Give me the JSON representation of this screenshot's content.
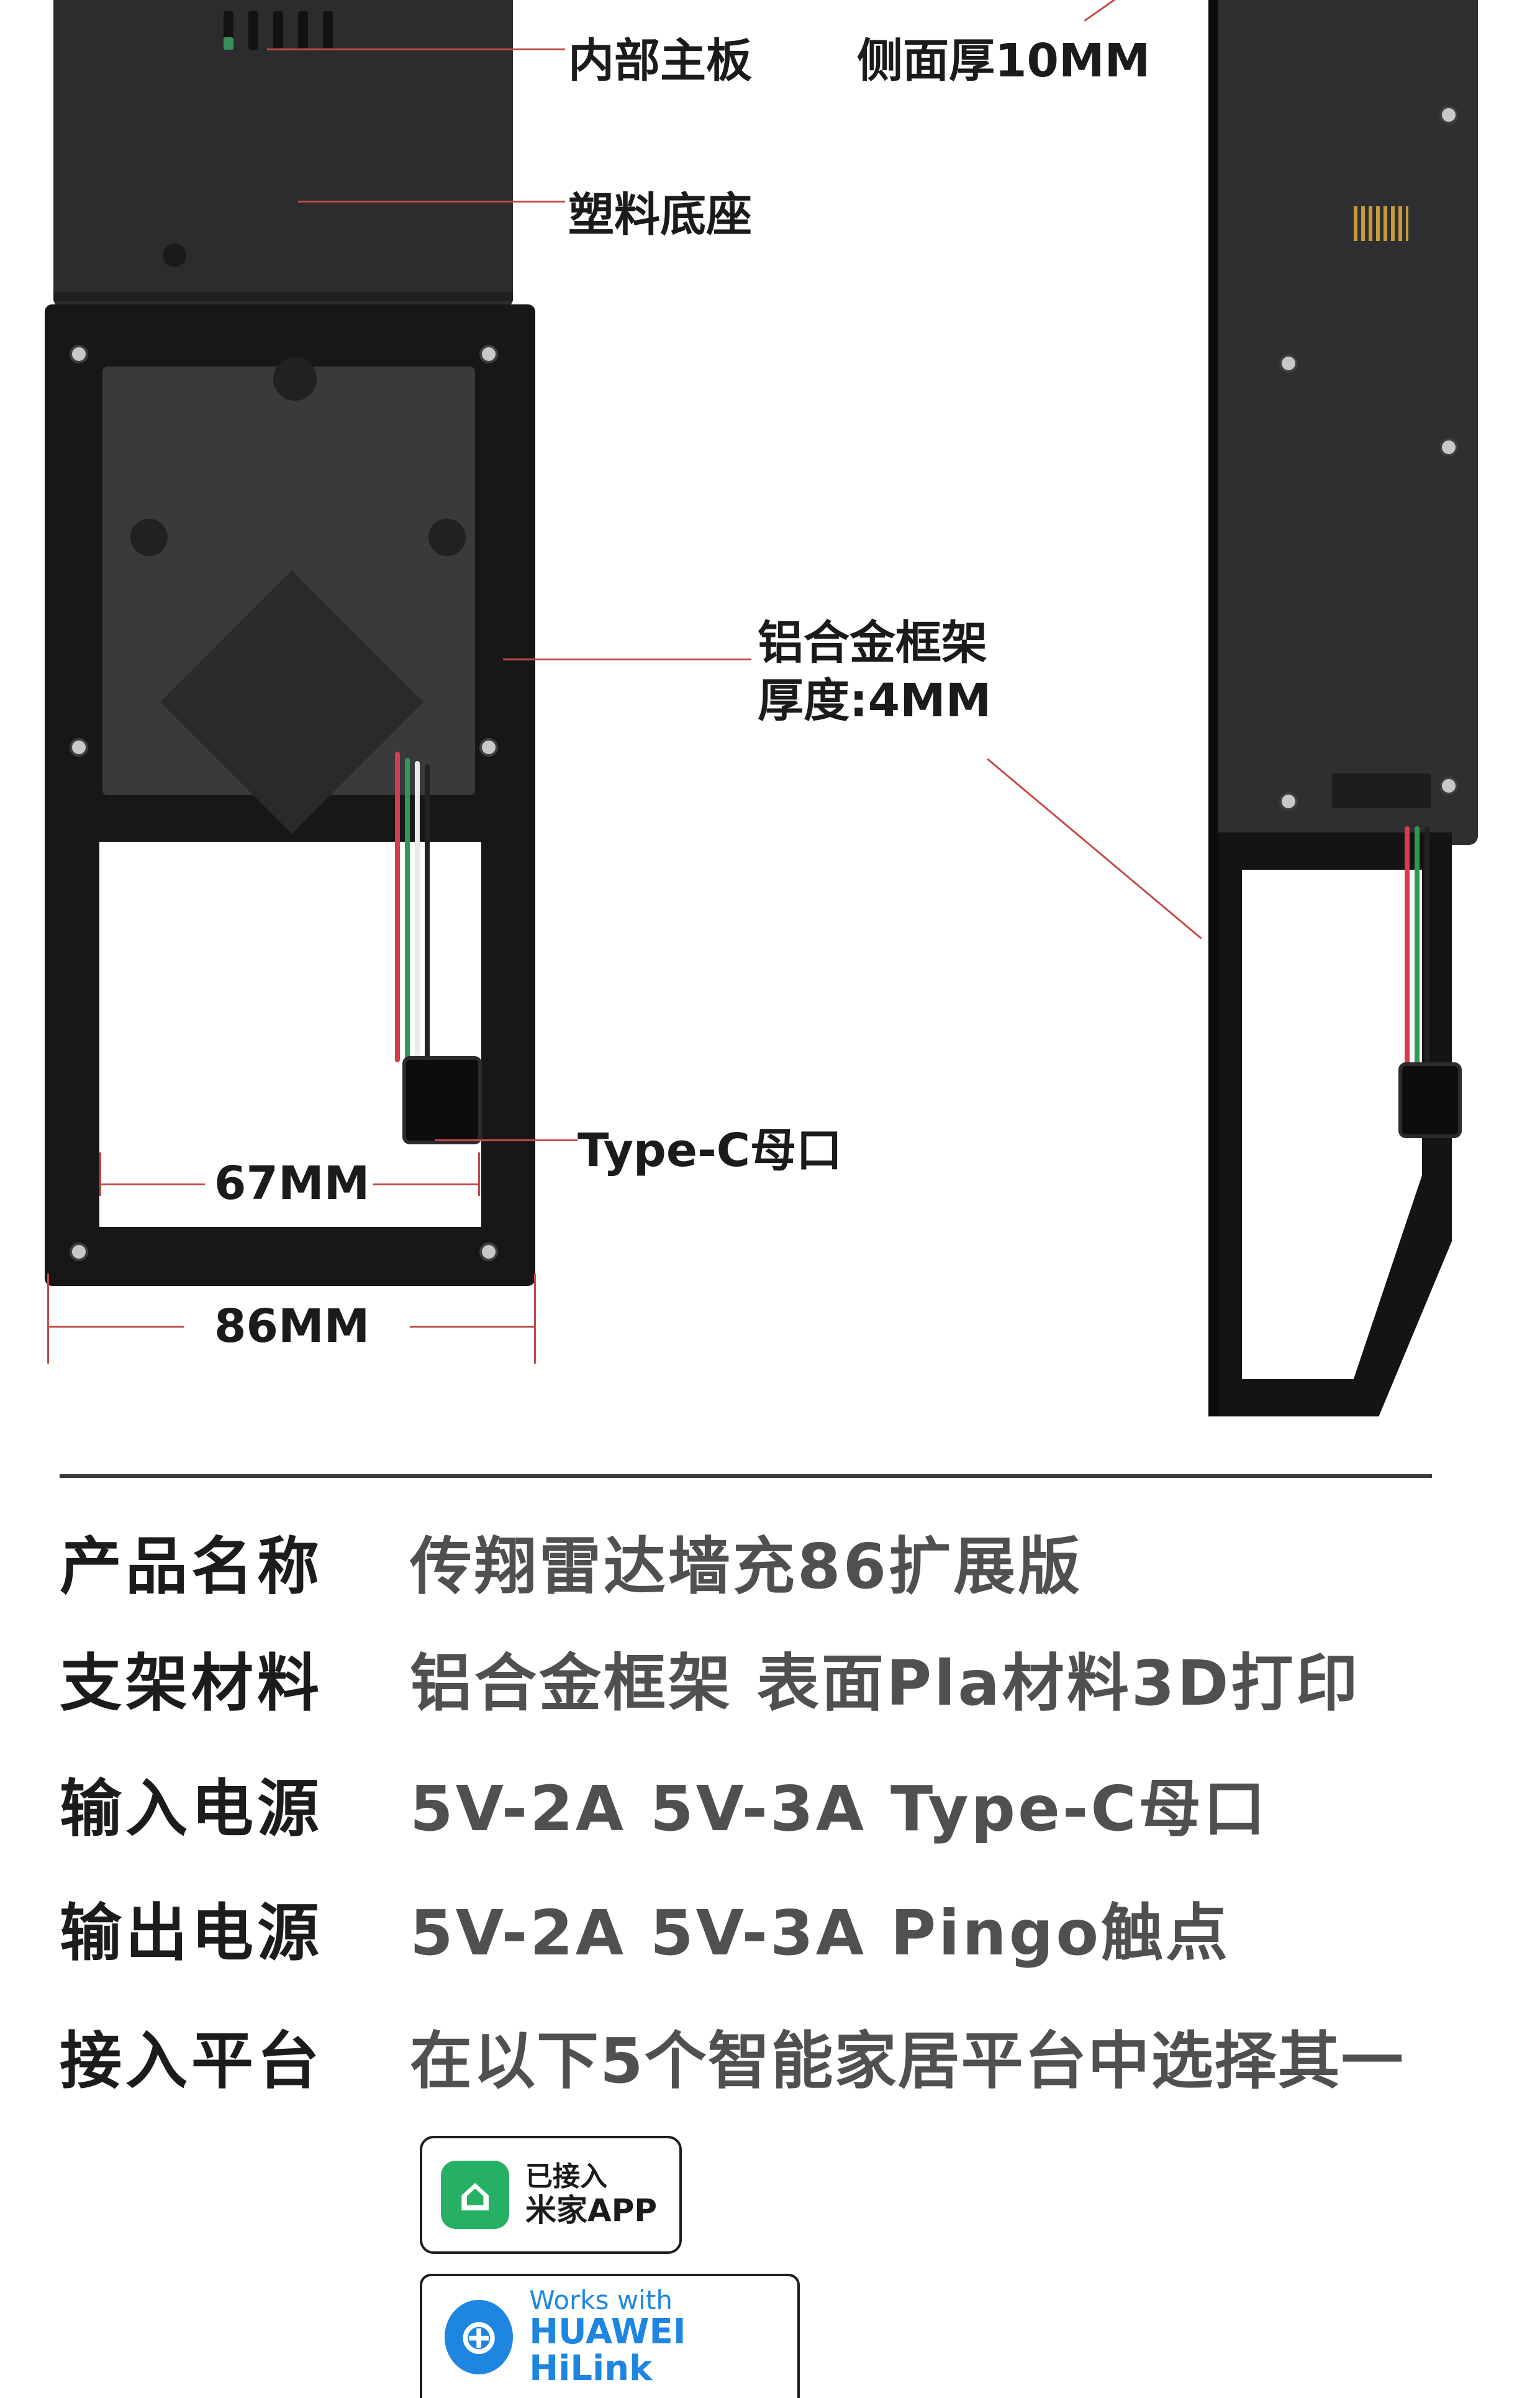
{
  "callouts": {
    "main_board": "内部主板",
    "side_thickness": "侧面厚10MM",
    "plastic_base": "塑料底座",
    "alloy_frame_line1": "铝合金框架",
    "alloy_frame_line2": "厚度:4MM",
    "type_c_port": "Type-C母口",
    "inner_width": "67MM",
    "outer_width": "86MM"
  },
  "specs": [
    {
      "key": "产品名称",
      "value": "传翔雷达墙充86扩展版"
    },
    {
      "key": "支架材料",
      "value": "铝合金框架 表面Pla材料3D打印"
    },
    {
      "key": "输入电源",
      "value": "5V-2A 5V-3A  Type-C母口"
    },
    {
      "key": "输出电源",
      "value": "5V-2A 5V-3A Pingo触点"
    },
    {
      "key": "接入平台",
      "value": "在以下5个智能家居平台中选择其一"
    }
  ],
  "badges": {
    "mijia": {
      "line1": "已接入",
      "line2": "米家APP",
      "icon": "mijia-logo-icon",
      "color": "#26b064"
    },
    "hilink": {
      "line1": "Works with",
      "line2": "HUAWEI HiLink",
      "icon": "hilink-logo-icon",
      "color": "#1f86e0"
    }
  },
  "colors": {
    "callout_line": "#c44a4a",
    "spec_key": "#1c1c1c",
    "spec_value": "#505050"
  }
}
